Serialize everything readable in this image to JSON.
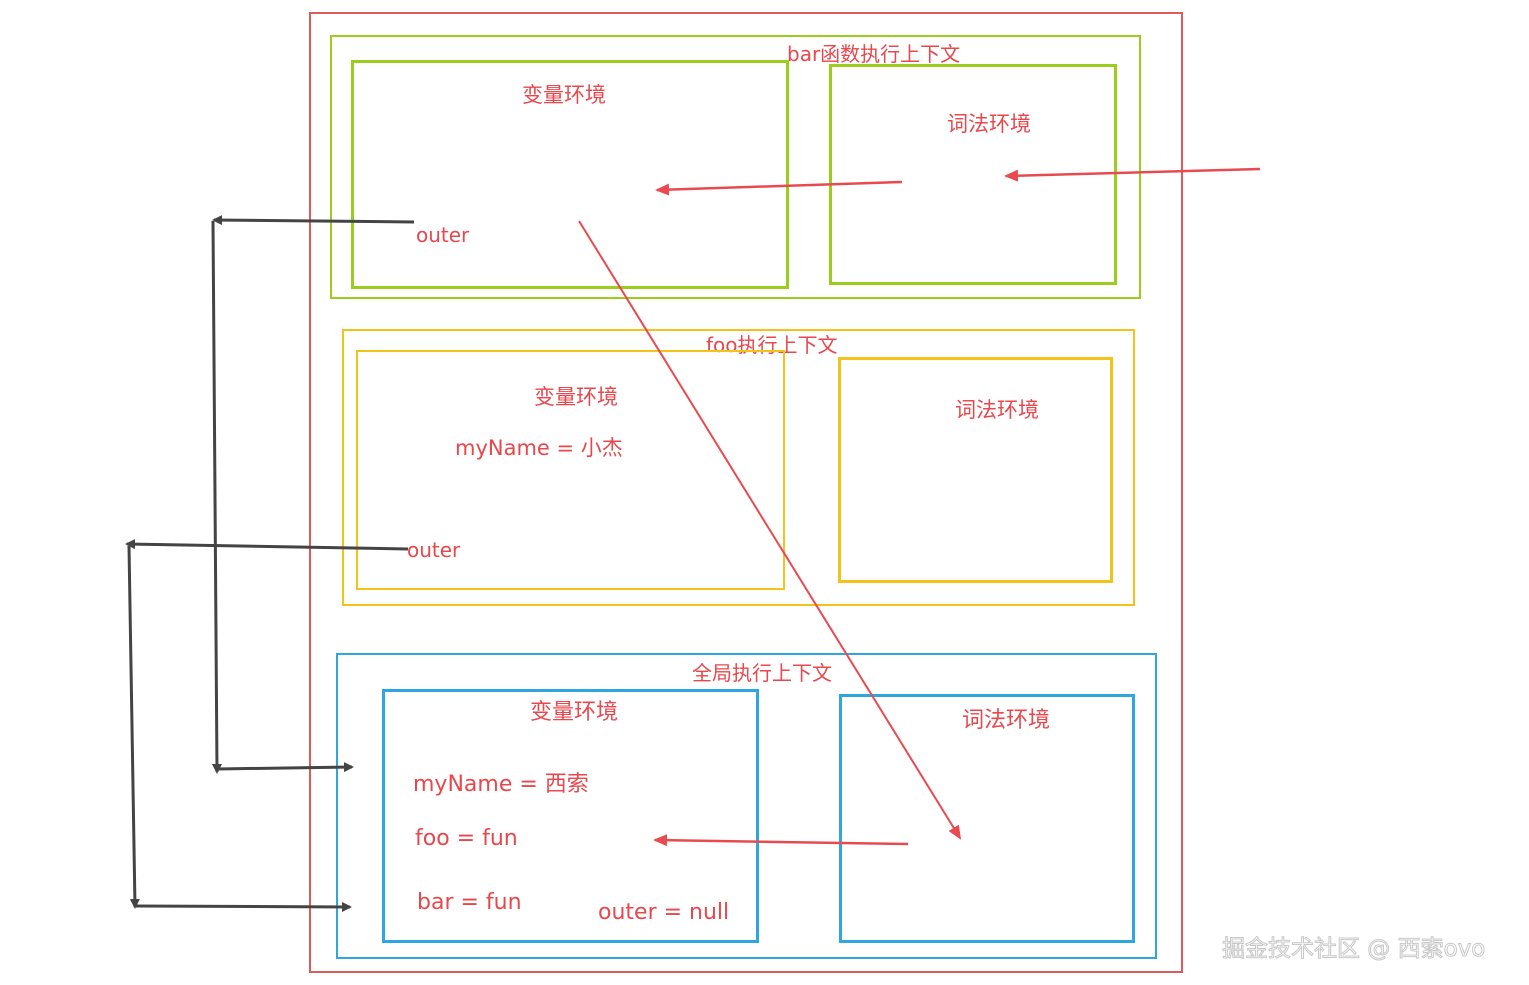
{
  "colors": {
    "outer_red": "#e05a5a",
    "text_red": "#e8474c",
    "green": "#9acd1e",
    "yellow": "#f2c318",
    "blue": "#2ea7e0",
    "arrow_dark": "#444444",
    "arrow_red": "#e84a4f",
    "watermark": "#d0d0d0"
  },
  "bar_context": {
    "title": "bar函数执行上下文",
    "variable_env": {
      "title": "变量环境",
      "outer": "outer"
    },
    "lexical_env": {
      "title": "词法环境"
    }
  },
  "foo_context": {
    "title": "foo执行上下文",
    "variable_env": {
      "title": "变量环境",
      "my_name": "myName = 小杰",
      "outer": "outer"
    },
    "lexical_env": {
      "title": "词法环境"
    }
  },
  "global_context": {
    "title": "全局执行上下文",
    "variable_env": {
      "title": "变量环境",
      "my_name": "myName = 西索",
      "foo": "foo = fun",
      "bar": "bar = fun",
      "outer": "outer = null"
    },
    "lexical_env": {
      "title": "词法环境"
    }
  },
  "watermark": "掘金技术社区 @ 西索ovo"
}
